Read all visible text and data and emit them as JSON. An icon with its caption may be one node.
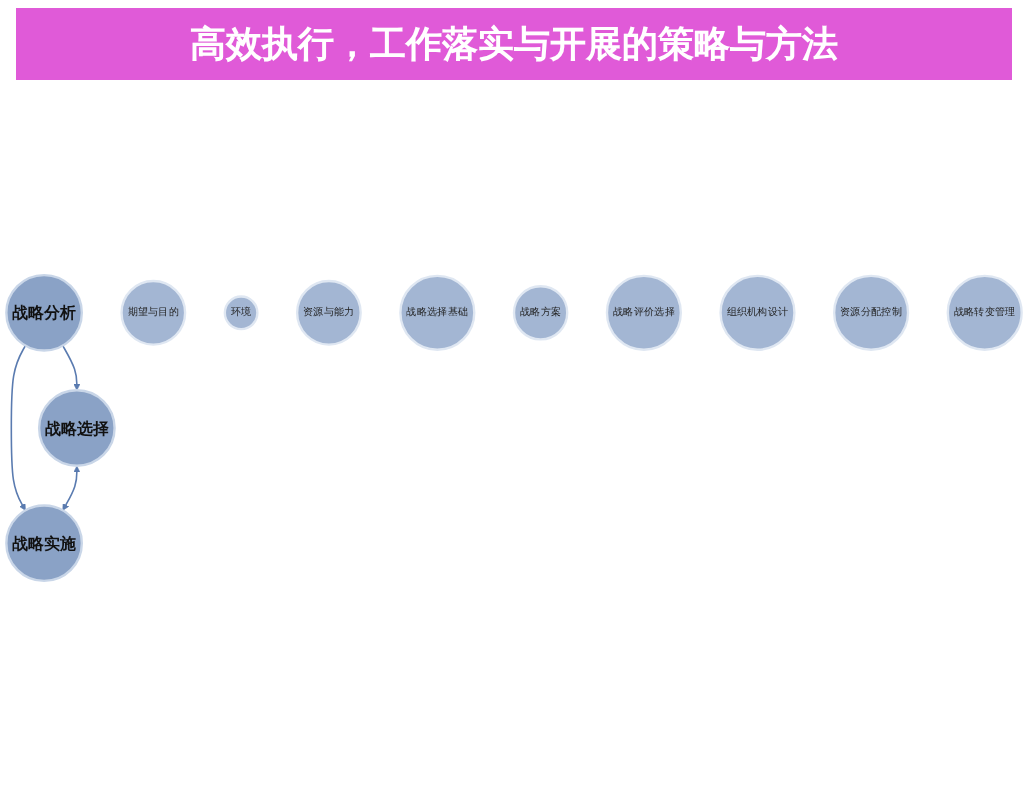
{
  "diagram": {
    "title": "高效执行，工作落实与开展的策略与方法",
    "nodes": [
      {
        "text": [
          "战略分析"
        ]
      },
      {
        "text": [
          "期望与目的"
        ]
      },
      {
        "text": [
          "环境"
        ]
      },
      {
        "text": [
          "资源与能力"
        ]
      },
      {
        "text": [
          "战略选择"
        ]
      },
      {
        "text": [
          "战略选择基础"
        ]
      },
      {
        "text": [
          "战略方案"
        ]
      },
      {
        "text": [
          "战略评价选择"
        ]
      },
      {
        "text": [
          "战略实施"
        ]
      },
      {
        "text": [
          "组织机构设计"
        ]
      },
      {
        "text": [
          "资源分配控制"
        ]
      },
      {
        "text": [
          "战略转变管理"
        ]
      }
    ],
    "edges": [
      {
        "from": 0,
        "to": 4,
        "arrow": "to"
      },
      {
        "from": 0,
        "to": 8,
        "arrow": "to"
      },
      {
        "from": 4,
        "to": 8,
        "arrow": "both"
      }
    ]
  }
}
